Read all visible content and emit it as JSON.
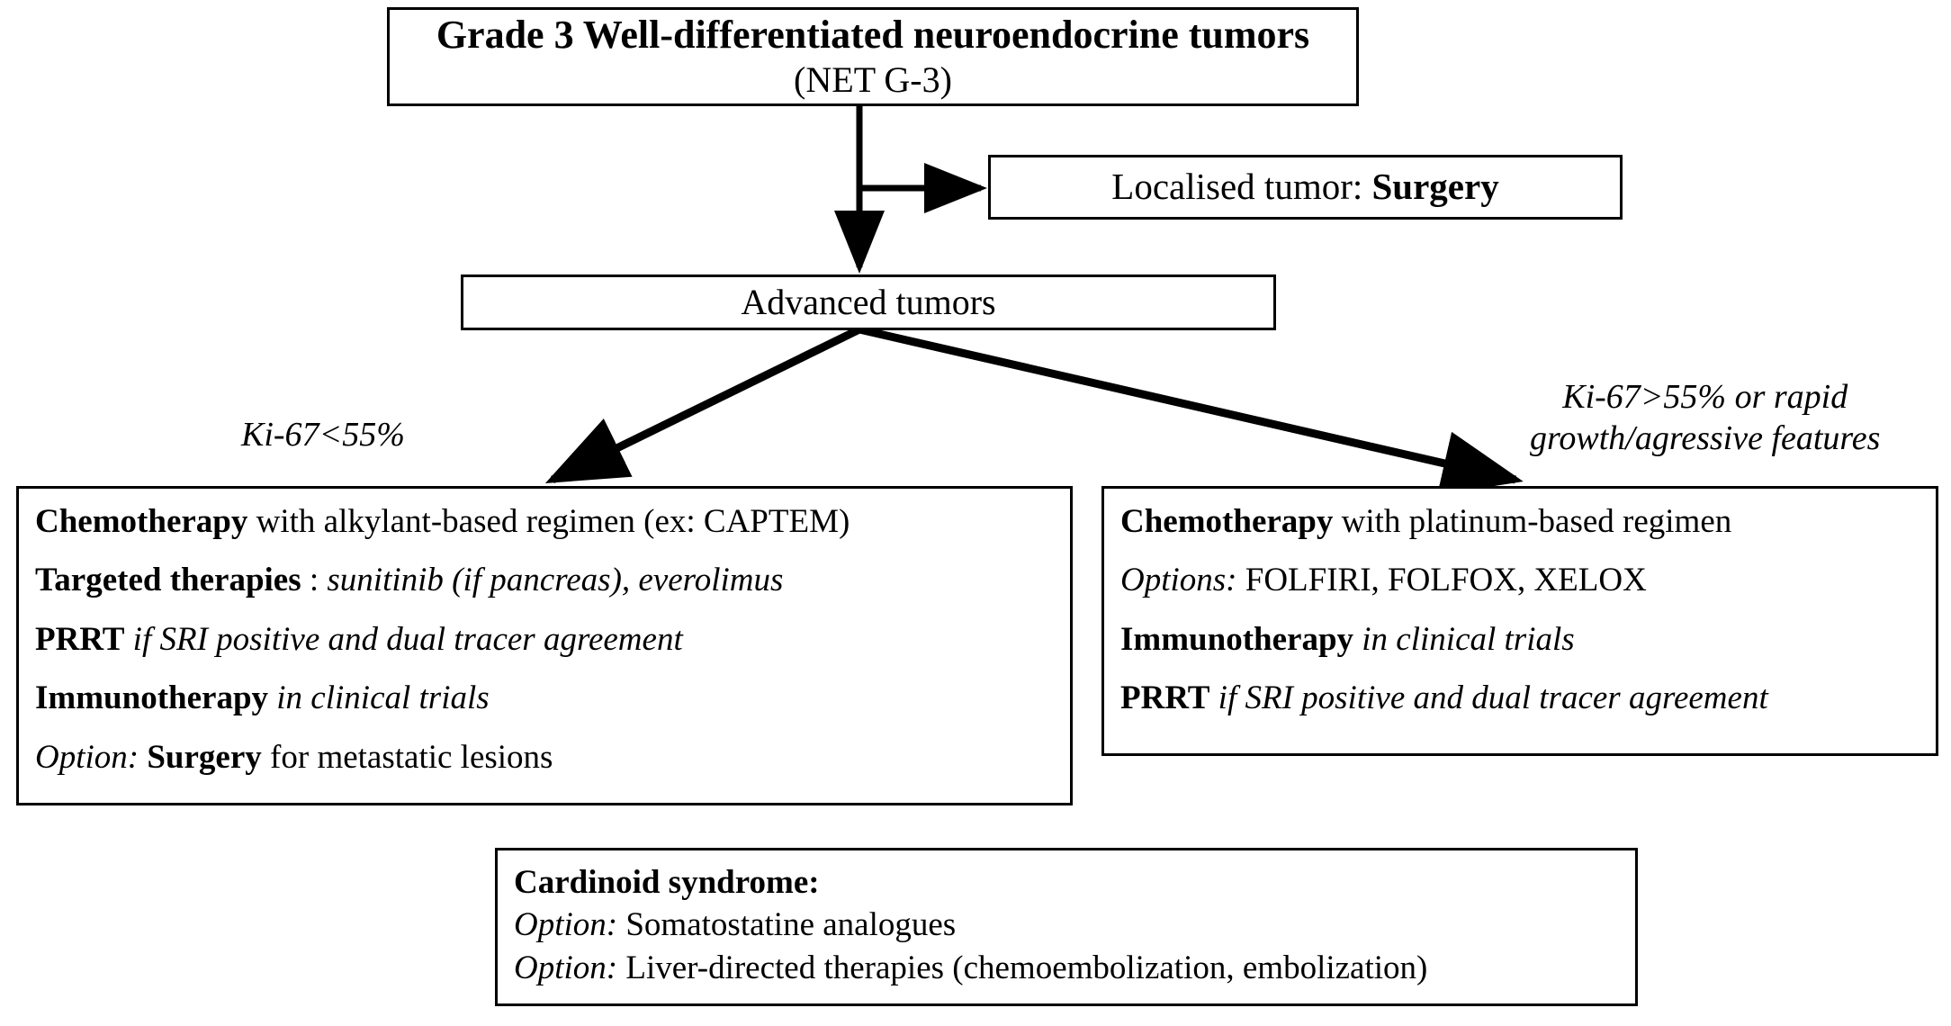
{
  "diagram": {
    "title": "Grade 3 Well-differentiated neuroendocrine tumors (NET G-3) treatment algorithm",
    "type": "flowchart",
    "colors": {
      "background": "#ffffff",
      "stroke": "#000000",
      "text": "#000000"
    }
  },
  "nodes": {
    "title": {
      "line1": "Grade 3 Well-differentiated neuroendocrine tumors",
      "line2": "(NET G-3)"
    },
    "localised": {
      "prefix": "Localised tumor: ",
      "treatment": "Surgery"
    },
    "advanced": {
      "label": "Advanced tumors"
    },
    "left_treatment": {
      "rows": [
        {
          "parts": [
            {
              "t": "Chemotherapy",
              "s": "b"
            },
            {
              "t": " with alkylant-based regimen (ex: CAPTEM)",
              "s": "n"
            }
          ]
        },
        {
          "parts": [
            {
              "t": "Targeted therapies",
              "s": "b"
            },
            {
              "t": " : ",
              "s": "n"
            },
            {
              "t": "sunitinib (if pancreas), everolimus",
              "s": "i"
            }
          ]
        },
        {
          "parts": [
            {
              "t": "PRRT",
              "s": "b"
            },
            {
              "t": " if  SRI positive and dual tracer agreement",
              "s": "i"
            }
          ]
        },
        {
          "parts": [
            {
              "t": "Immunotherapy",
              "s": "b"
            },
            {
              "t": " in clinical trials",
              "s": "i"
            }
          ]
        },
        {
          "parts": [
            {
              "t": "Option:",
              "s": "i"
            },
            {
              "t": " ",
              "s": "n"
            },
            {
              "t": "Surgery",
              "s": "b"
            },
            {
              "t": " for metastatic lesions",
              "s": "n"
            }
          ]
        }
      ]
    },
    "right_treatment": {
      "rows": [
        {
          "parts": [
            {
              "t": "Chemotherapy",
              "s": "b"
            },
            {
              "t": " with platinum-based regimen",
              "s": "n"
            }
          ]
        },
        {
          "parts": [
            {
              "t": "Options:",
              "s": "i"
            },
            {
              "t": " FOLFIRI, FOLFOX, XELOX",
              "s": "n"
            }
          ]
        },
        {
          "parts": [
            {
              "t": "Immunotherapy",
              "s": "b"
            },
            {
              "t": " in clinical trials",
              "s": "i"
            }
          ]
        },
        {
          "parts": [
            {
              "t": "PRRT",
              "s": "b"
            },
            {
              "t": " if SRI positive and dual tracer agreement",
              "s": "i"
            }
          ]
        }
      ]
    },
    "carcinoid": {
      "rows": [
        {
          "parts": [
            {
              "t": "Cardinoid syndrome:",
              "s": "b"
            }
          ]
        },
        {
          "parts": [
            {
              "t": "Option:",
              "s": "i"
            },
            {
              "t": " Somatostatine analogues",
              "s": "n"
            }
          ]
        },
        {
          "parts": [
            {
              "t": "Option:",
              "s": "i"
            },
            {
              "t": " Liver-directed therapies (chemoembolization, embolization)",
              "s": "n"
            }
          ]
        }
      ]
    }
  },
  "branch_labels": {
    "left": "Ki-67<55%",
    "right_line1": "Ki-67>55% or rapid",
    "right_line2": "growth/agressive features"
  },
  "edges": [
    {
      "name": "title-to-advanced",
      "from": "title",
      "to": "advanced",
      "style": "straight-arrow"
    },
    {
      "name": "title-to-localised",
      "from": "title",
      "to": "localised",
      "style": "elbow-arrow"
    },
    {
      "name": "advanced-to-left-treatment",
      "from": "advanced",
      "to": "left_treatment",
      "label": "Ki-67<55%",
      "style": "diagonal-arrow"
    },
    {
      "name": "advanced-to-right-treatment",
      "from": "advanced",
      "to": "right_treatment",
      "label": "Ki-67>55% or rapid growth/agressive features",
      "style": "diagonal-arrow"
    }
  ]
}
